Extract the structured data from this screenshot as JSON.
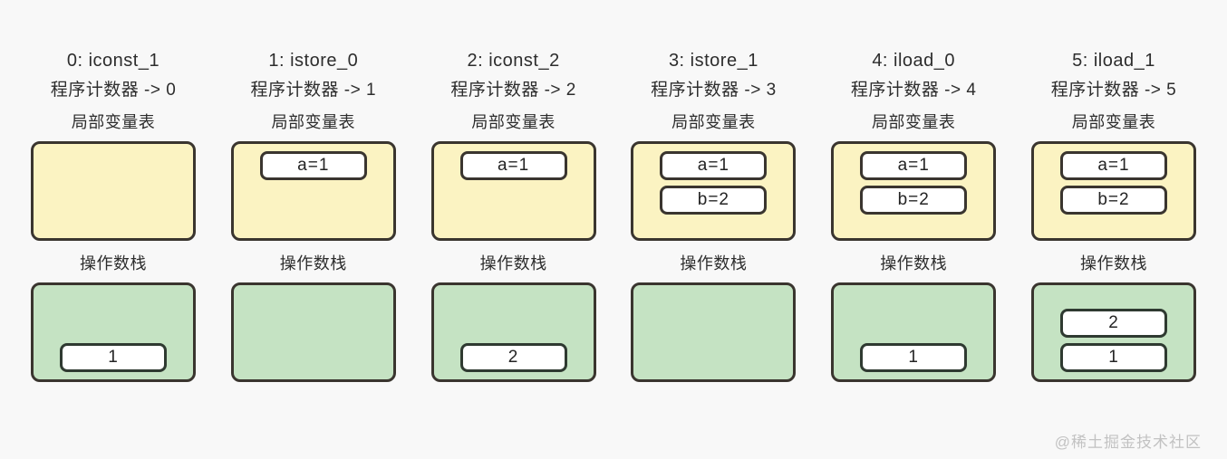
{
  "diagram": {
    "background_color": "#f8f8f8",
    "locals_fill": "#fbf3c2",
    "stack_fill": "#c5e3c3",
    "slot_fill": "#ffffff",
    "border_color": "#3a352f",
    "locals_label": "局部变量表",
    "stack_label": "操作数栈",
    "watermark": "@稀土掘金技术社区",
    "columns": [
      {
        "instruction": "0: iconst_1",
        "pc": "程序计数器 -> 0",
        "locals_label": "局部变量表",
        "locals": [],
        "stack_label": "操作数栈",
        "stack": [
          "1"
        ]
      },
      {
        "instruction": "1: istore_0",
        "pc": "程序计数器 -> 1",
        "locals_label": "局部变量表",
        "locals": [
          "a=1"
        ],
        "stack_label": "操作数栈",
        "stack": []
      },
      {
        "instruction": "2: iconst_2",
        "pc": "程序计数器 -> 2",
        "locals_label": "局部变量表",
        "locals": [
          "a=1"
        ],
        "stack_label": "操作数栈",
        "stack": [
          "2"
        ]
      },
      {
        "instruction": "3: istore_1",
        "pc": "程序计数器 -> 3",
        "locals_label": "局部变量表",
        "locals": [
          "a=1",
          "b=2"
        ],
        "stack_label": "操作数栈",
        "stack": []
      },
      {
        "instruction": "4: iload_0",
        "pc": "程序计数器 -> 4",
        "locals_label": "局部变量表",
        "locals": [
          "a=1",
          "b=2"
        ],
        "stack_label": "操作数栈",
        "stack": [
          "1"
        ]
      },
      {
        "instruction": "5: iload_1",
        "pc": "程序计数器 -> 5",
        "locals_label": "局部变量表",
        "locals": [
          "a=1",
          "b=2"
        ],
        "stack_label": "操作数栈",
        "stack": [
          "2",
          "1"
        ]
      }
    ]
  }
}
